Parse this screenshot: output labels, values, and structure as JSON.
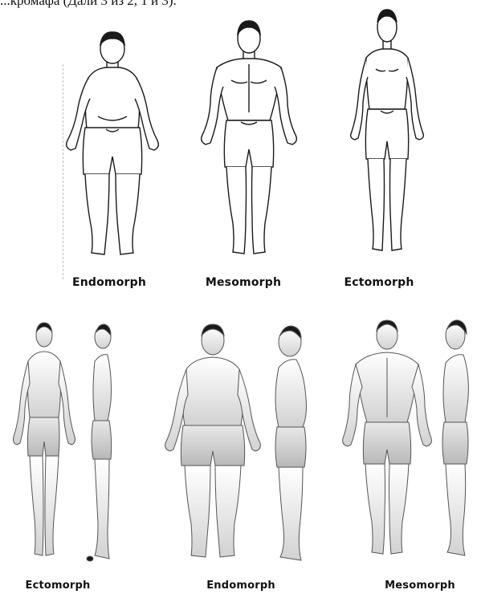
{
  "header_text": "...кромафа (Дали 3 из 2, 1 и 3).",
  "top_row": {
    "labels": [
      "Endomorph",
      "Mesomorph",
      "Ectomorph"
    ]
  },
  "bottom_row": {
    "labels": [
      "Ectomorph",
      "Endomorph",
      "Mesomorph"
    ]
  },
  "colors": {
    "outline": "#1a1a1a",
    "skin_top": "#ffffff",
    "skin_bottom": "#d7d7d7",
    "shorts_bottom": "#bdbdbd",
    "hair": "#1a1a1a"
  }
}
